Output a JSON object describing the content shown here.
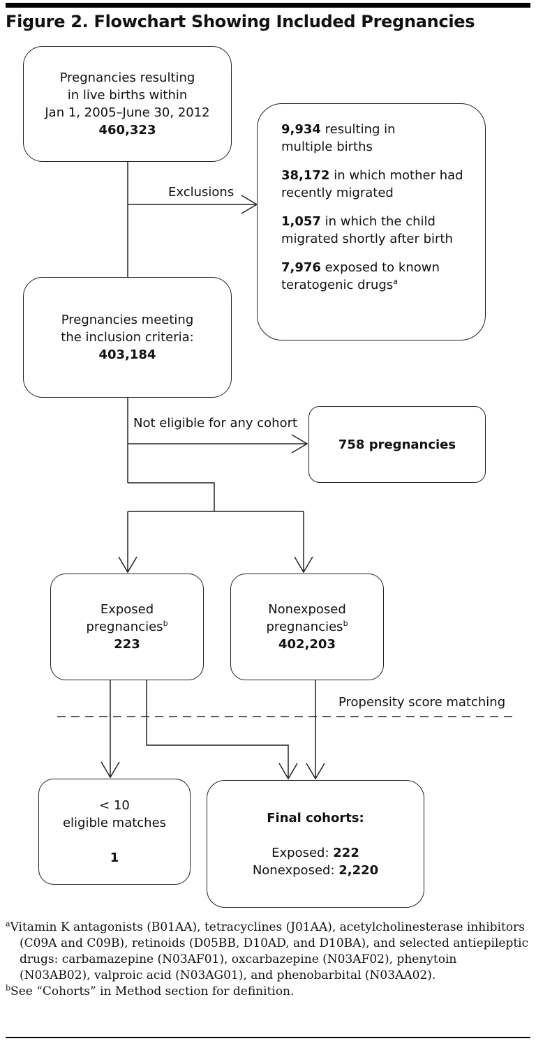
{
  "title": "Figure 2. Flowchart Showing Included Pregnancies",
  "boxes": {
    "start": {
      "line1": "Pregnancies resulting",
      "line2": "in live births within",
      "line3": "Jan 1, 2005–June 30, 2012",
      "count": "460,323"
    },
    "exclusions": [
      {
        "count": "9,934",
        "text1": " resulting in",
        "text2": "multiple births"
      },
      {
        "count": "38,172",
        "text1": " in which mother had",
        "text2": "recently migrated"
      },
      {
        "count": "1,057",
        "text1": " in which the child",
        "text2": "migrated shortly after birth"
      },
      {
        "count": "7,976",
        "text1": " exposed to known",
        "text2": "teratogenic drugs",
        "sup": "a"
      }
    ],
    "included": {
      "line1": "Pregnancies meeting",
      "line2": "the inclusion criteria:",
      "count": "403,184"
    },
    "not_eligible": {
      "text": "758 pregnancies"
    },
    "exposed": {
      "line1": "Exposed",
      "line2": "pregnancies",
      "sup": "b",
      "count": "223"
    },
    "nonexposed": {
      "line1": "Nonexposed",
      "line2": "pregnancies",
      "sup": "b",
      "count": "402,203"
    },
    "few_matches": {
      "line1": "< 10",
      "line2": "eligible matches",
      "count": "1"
    },
    "final": {
      "heading": "Final cohorts:",
      "exposed_label": "Exposed: ",
      "exposed_count": "222",
      "nonexposed_label": "Nonexposed: ",
      "nonexposed_count": "2,220"
    }
  },
  "labels": {
    "exclusions": "Exclusions",
    "not_eligible": "Not eligible for any cohort",
    "psm": "Propensity score matching"
  },
  "footnotes": {
    "a_mark": "a",
    "a_text": "Vitamin K antagonists (B01AA), tetracyclines (J01AA), acetylcholinesterase inhibitors (C09A and C09B), retinoids (D05BB, D10AD, and D10BA), and selected antiepileptic drugs: carbamazepine (N03AF01), oxcarbazepine (N03AF02), phenytoin (N03AB02), valproic acid (N03AG01), and phenobarbital (N03AA02).",
    "b_mark": "b",
    "b_text": "See “Cohorts” in Method section for definition."
  }
}
